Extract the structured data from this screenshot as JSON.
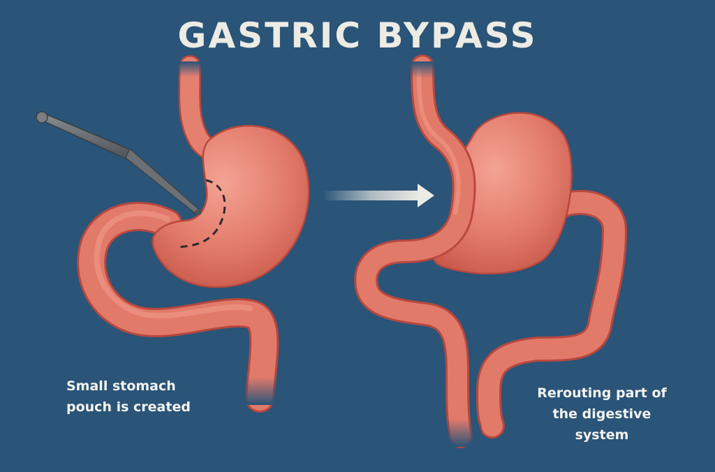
{
  "title": "GASTRIC BYPASS",
  "panels": [
    {
      "id": "before",
      "caption_line1": "Small stomach",
      "caption_line2": "pouch is created",
      "elements": [
        "esophagus",
        "stomach",
        "scalpel",
        "dashed-cut-line",
        "small-intestine"
      ]
    },
    {
      "id": "after",
      "caption_line1": "Rerouting part of",
      "caption_line2": "the digestive",
      "caption_line3": "system",
      "elements": [
        "esophagus",
        "stomach-pouch",
        "bypassed-stomach",
        "rerouted-intestine",
        "intestine-loop"
      ]
    }
  ],
  "arrow": {
    "direction": "right",
    "meaning": "before-to-after transition"
  },
  "colors": {
    "background": "#2a5478",
    "title": "#ecebe4",
    "tissue": "#e07868",
    "tissue_light": "#f09a88",
    "tissue_dark": "#b8483e",
    "scalpel": "#6a6e72",
    "arrow": "#e8e8e2"
  }
}
